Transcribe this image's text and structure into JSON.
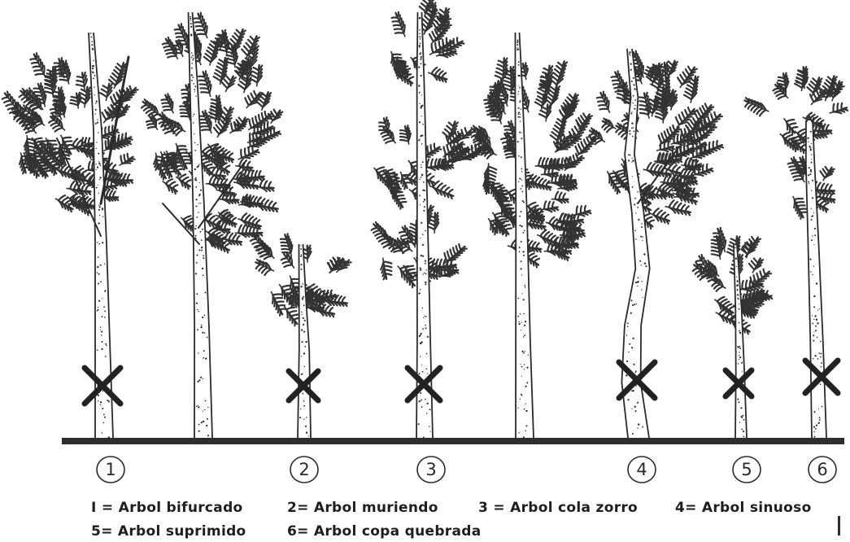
{
  "trees": [
    {
      "id": "tree-1-forked",
      "number": "1",
      "marked": true
    },
    {
      "id": "tree-unmarked-a",
      "number": "",
      "marked": false
    },
    {
      "id": "tree-2-dying",
      "number": "2",
      "marked": true
    },
    {
      "id": "tree-3-foxtail",
      "number": "3",
      "marked": true
    },
    {
      "id": "tree-unmarked-b",
      "number": "",
      "marked": false
    },
    {
      "id": "tree-4-sinuous",
      "number": "4",
      "marked": true
    },
    {
      "id": "tree-5-suppressed",
      "number": "5",
      "marked": true
    },
    {
      "id": "tree-6-broken-crown",
      "number": "6",
      "marked": true
    }
  ],
  "legend": [
    {
      "key": "1",
      "text": "I = Arbol  bifurcado"
    },
    {
      "key": "2",
      "text": "2= Arbol muriendo"
    },
    {
      "key": "3",
      "text": "3 = Arbol cola zorro"
    },
    {
      "key": "4",
      "text": "4= Arbol sinuoso"
    },
    {
      "key": "5",
      "text": "5= Arbol suprimido"
    },
    {
      "key": "6",
      "text": "6= Arbol copa quebrada"
    }
  ],
  "colors": {
    "ink": "#2b2b2b",
    "foliage": "#333333",
    "ground": "#2e2e2e",
    "paper": "#ffffff"
  }
}
